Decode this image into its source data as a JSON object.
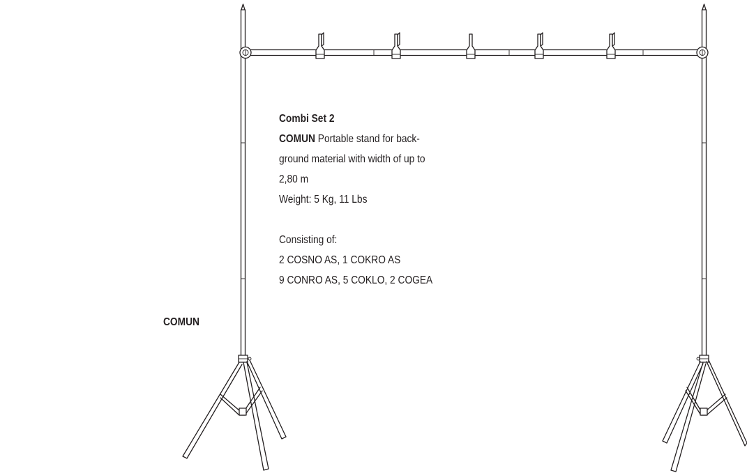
{
  "product": {
    "title": "Combi Set 2",
    "brand": "COMUN",
    "description_lines": [
      "Portable stand for back-",
      "ground material with width of up to",
      "2,80 m"
    ],
    "weight": "Weight: 5 Kg, 11 Lbs",
    "consisting_label": "Consisting of:",
    "components": [
      "2 COSNO AS, 1 COKRO AS",
      "9 CONRO AS, 5 COKLO, 2 COGEA"
    ]
  },
  "side_label": "COMUN",
  "illustration": {
    "icon": "background-stand-icon",
    "clip_count": 5,
    "line_color": "#231f20"
  }
}
